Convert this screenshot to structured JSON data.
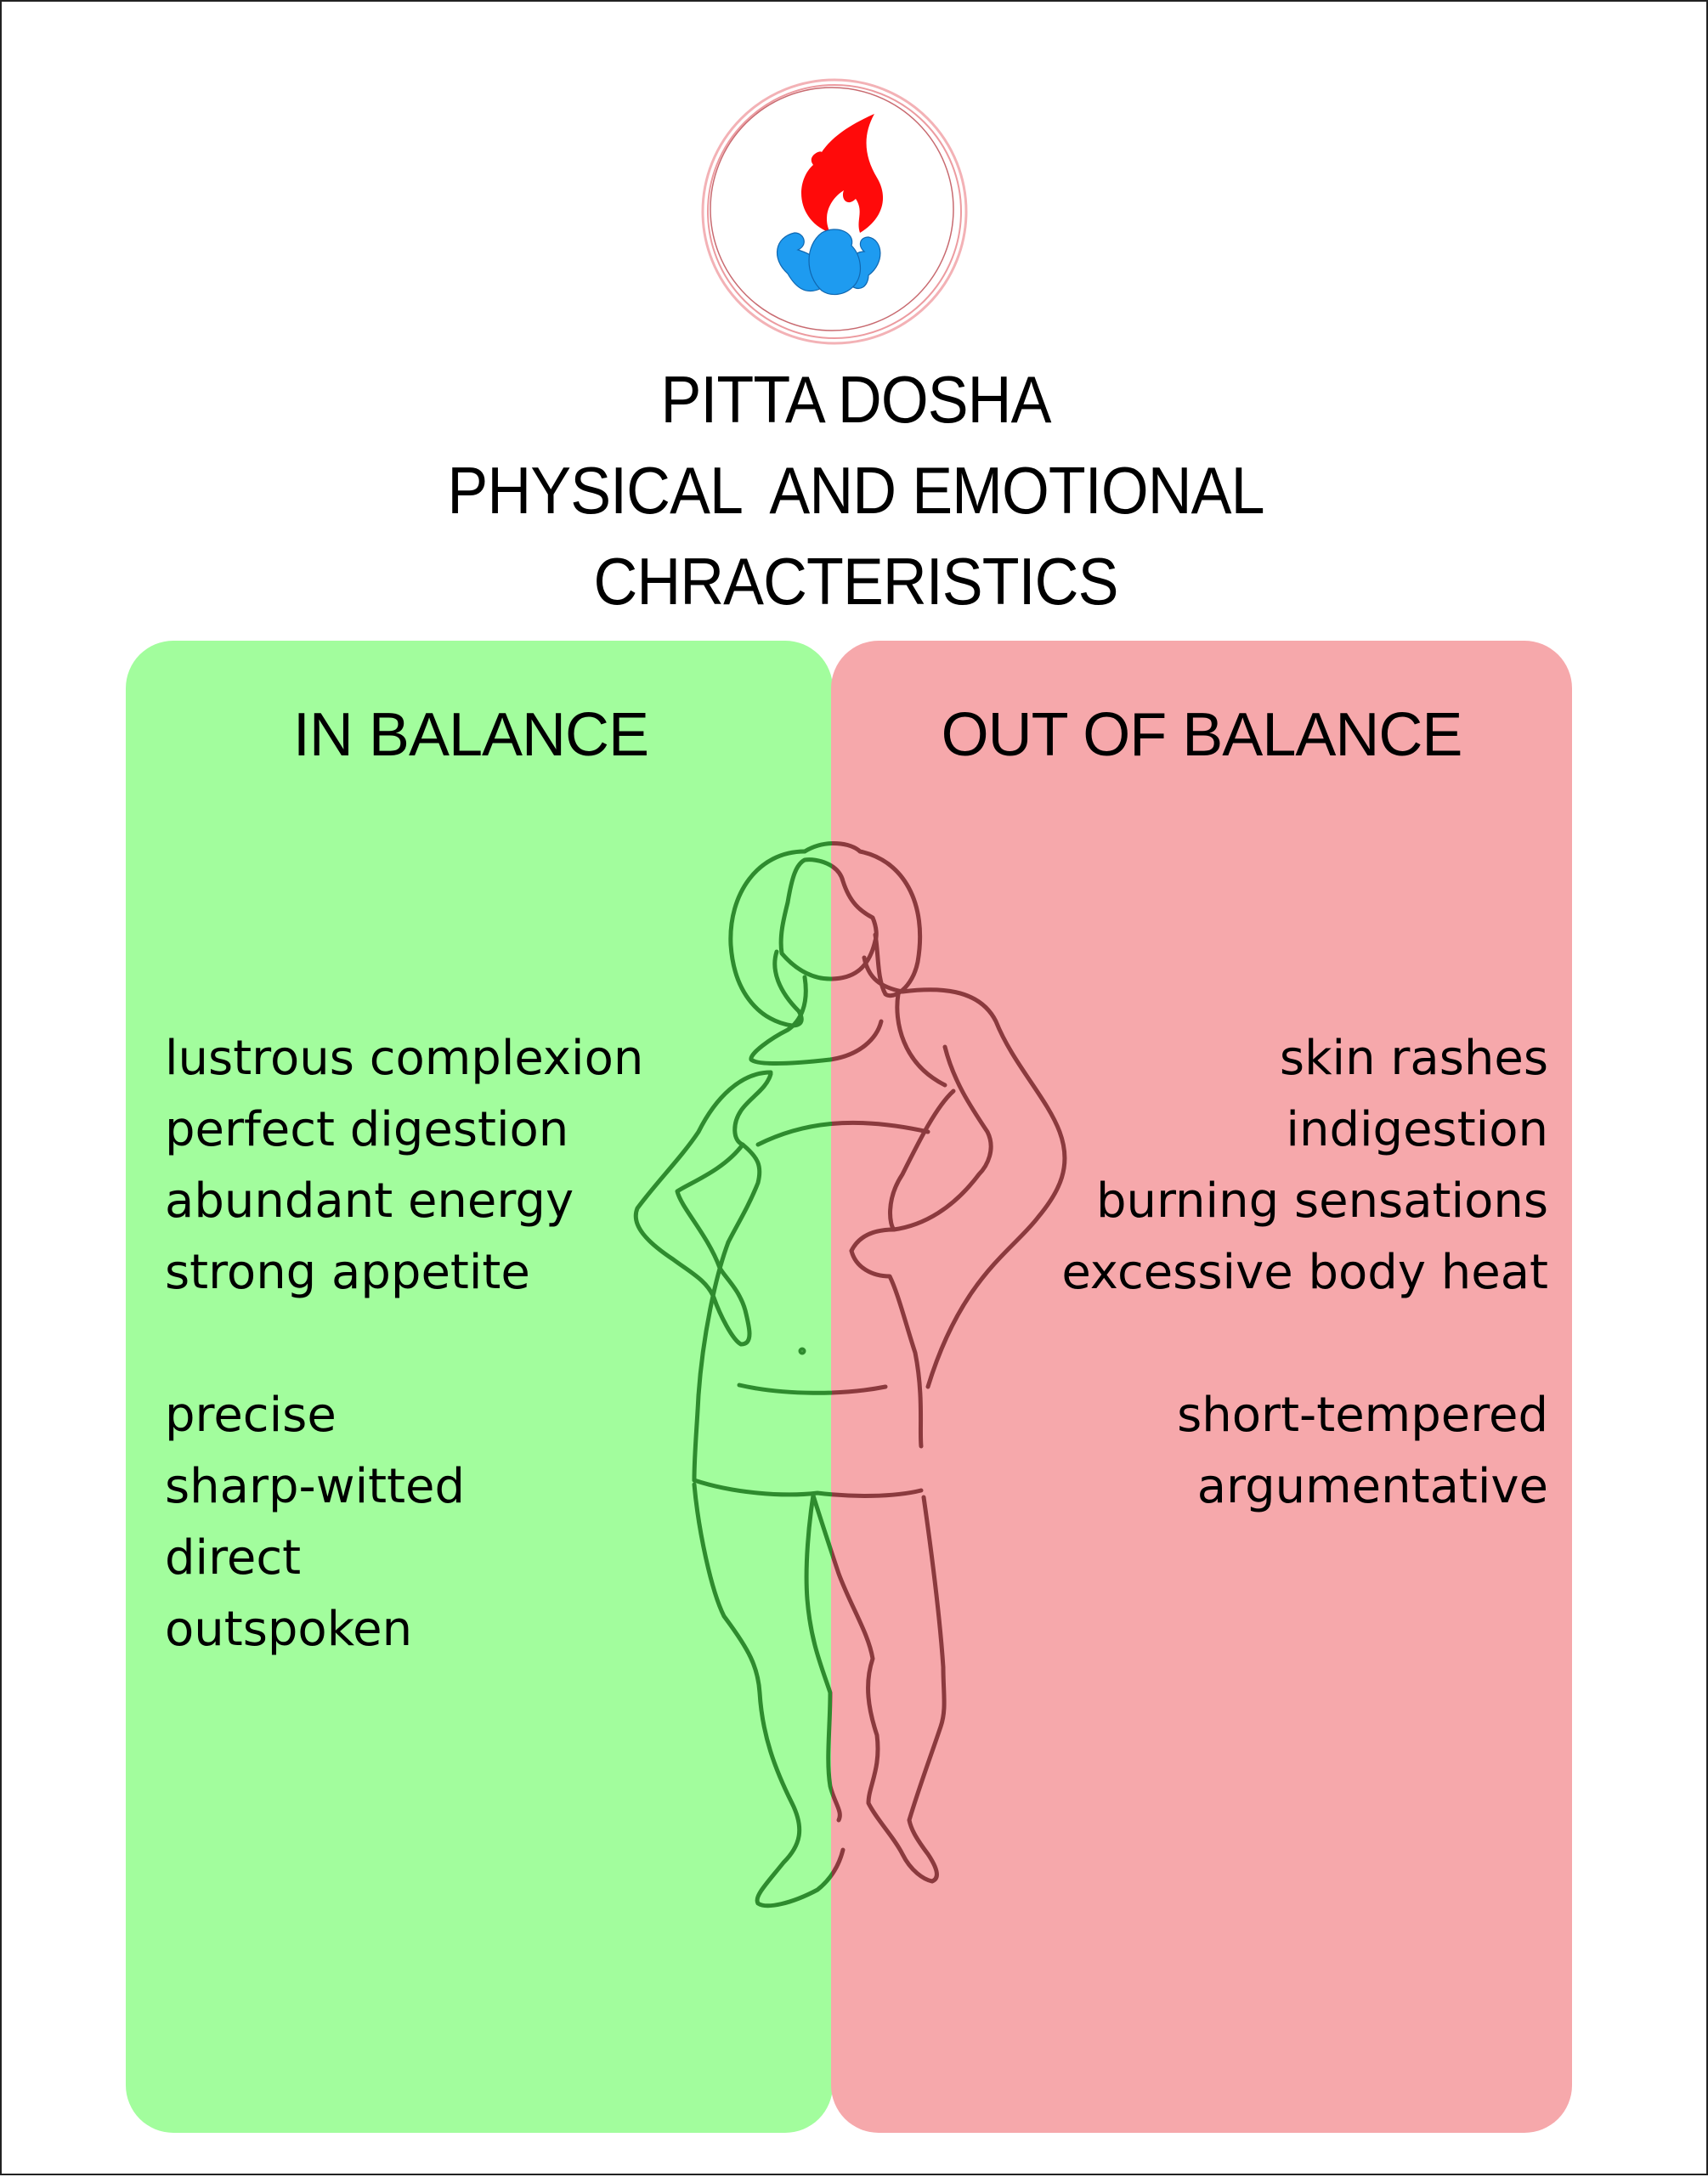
{
  "logo": {
    "icon": "fire-and-water-icon",
    "flame_color": "#ff0a0a",
    "water_color": "#1e9bf0",
    "ring_color": "#e8868c"
  },
  "title": {
    "line1": "PITTA DOSHA",
    "line2": "PHYSICAL  AND EMOTIONAL",
    "line3": "CHRACTERISTICS"
  },
  "in_balance": {
    "heading": "IN BALANCE",
    "color": "#a2fd9d",
    "physical": [
      "lustrous complexion",
      "perfect digestion",
      "abundant energy",
      "strong appetite"
    ],
    "emotional": [
      "precise",
      "sharp-witted",
      "direct",
      "outspoken"
    ]
  },
  "out_of_balance": {
    "heading": "OUT OF BALANCE",
    "color": "#f6a8ab",
    "physical": [
      "skin rashes",
      "indigestion",
      "burning sensations",
      "excessive body heat"
    ],
    "emotional": [
      "short-tempered",
      "argumentative"
    ]
  },
  "figure": {
    "icon": "woman-outline-figure-icon",
    "left_stroke": "#2e8b2e",
    "right_stroke": "#8b3a3e"
  }
}
